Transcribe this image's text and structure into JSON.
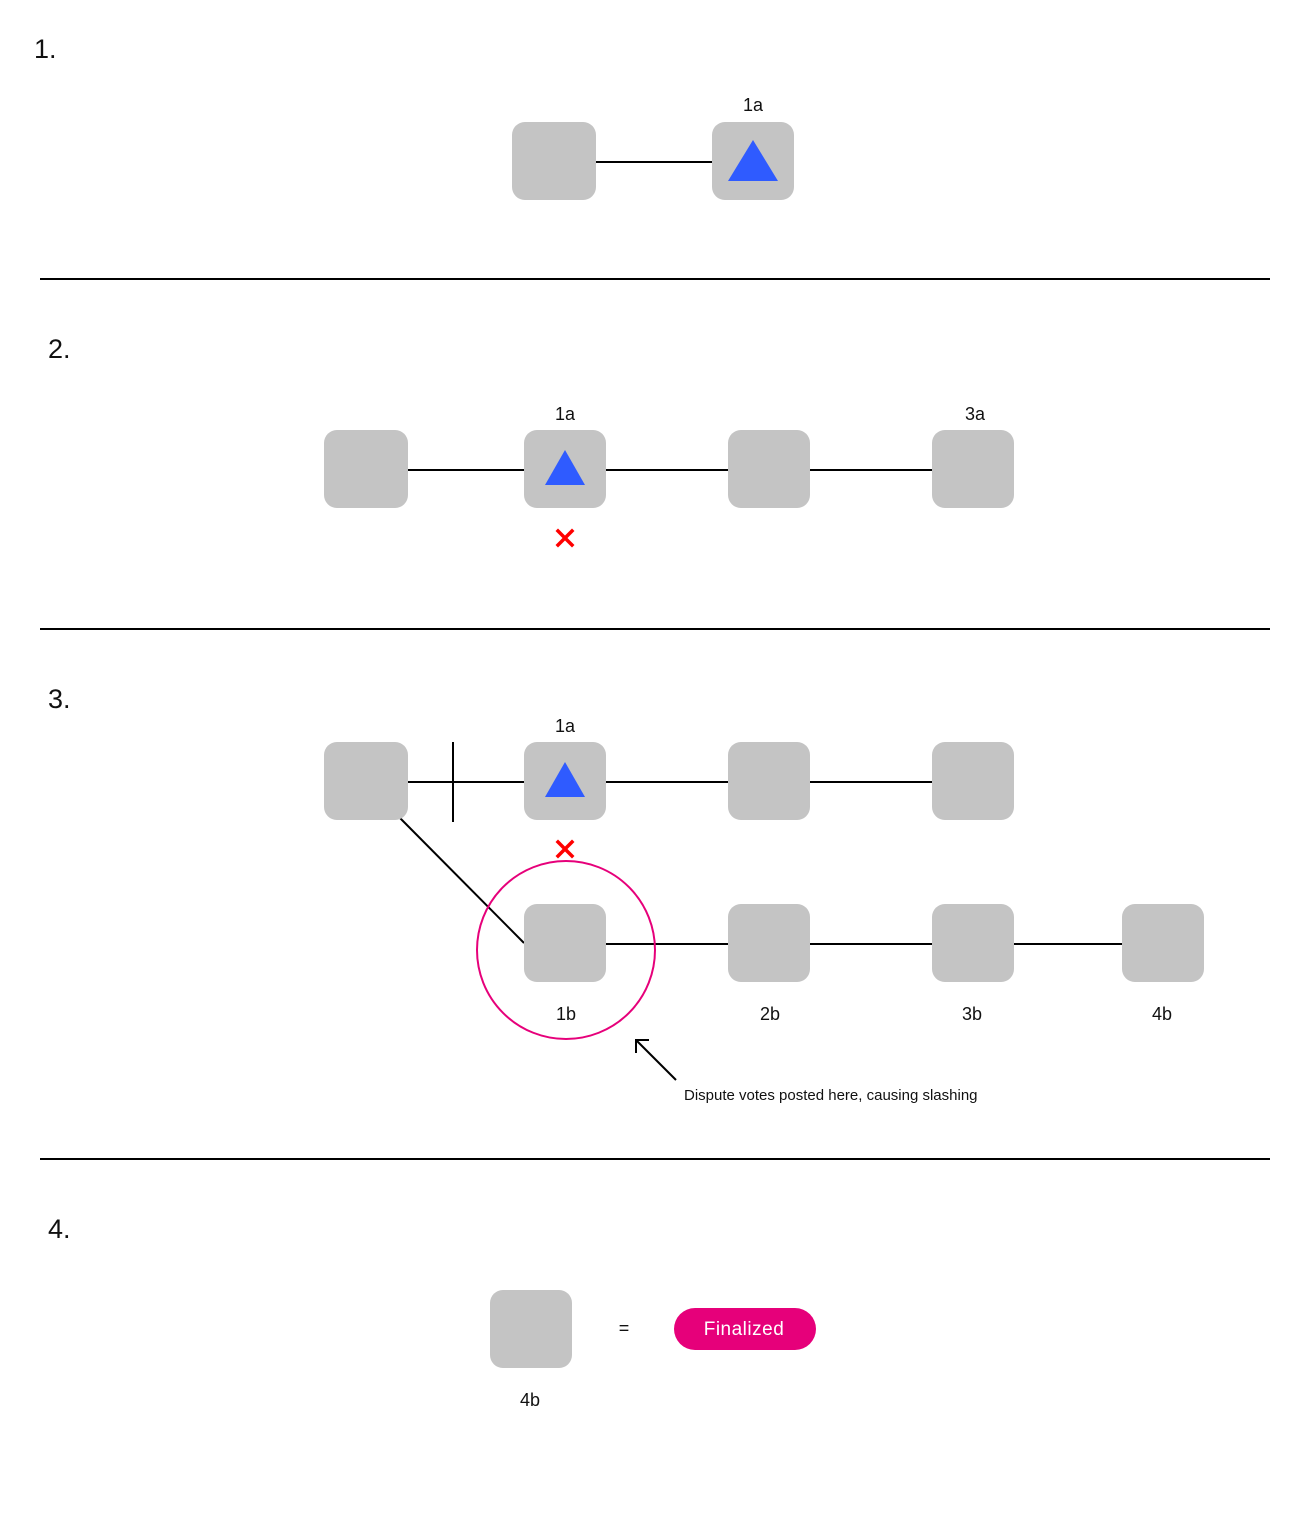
{
  "steps": [
    {
      "number": "1.",
      "labels": {
        "block_1a": "1a"
      }
    },
    {
      "number": "2.",
      "labels": {
        "block_1a": "1a",
        "block_3a": "3a"
      }
    },
    {
      "number": "3.",
      "labels": {
        "block_1a": "1a",
        "block_1b": "1b",
        "block_2b": "2b",
        "block_3b": "3b",
        "block_4b": "4b"
      },
      "annotation": "Dispute votes posted here, causing slashing"
    },
    {
      "number": "4.",
      "labels": {
        "block_4b": "4b"
      },
      "equals": "=",
      "badge": "Finalized"
    }
  ],
  "colors": {
    "block": "#c4c4c4",
    "marker": "#2f5bff",
    "reject": "#ff0000",
    "accent": "#e6007a"
  },
  "icons": {
    "marker": "triangle-icon",
    "reject": "cross-icon",
    "arrow": "arrow-up-left-icon"
  }
}
